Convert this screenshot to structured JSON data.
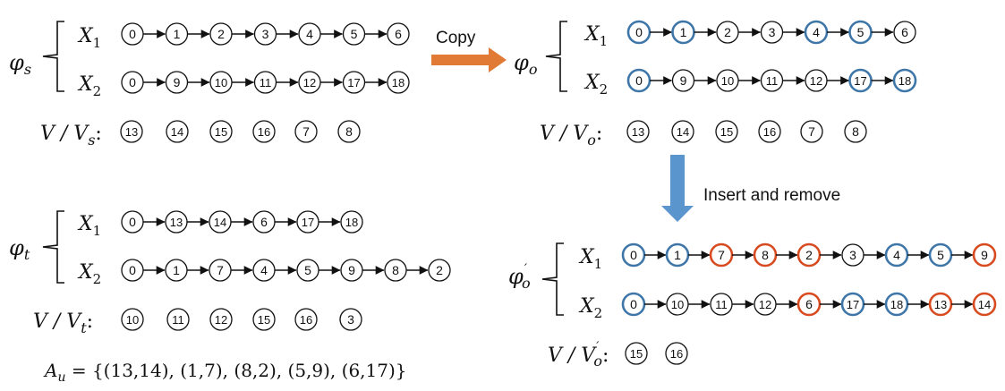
{
  "colors": {
    "plain": "#111111",
    "kept": "#3F76A8",
    "inserted": "#D84B20",
    "copy_arrow": "#E07A35",
    "insert_arrow": "#5B95CE"
  },
  "labels": {
    "copy": "Copy",
    "insert_remove": "Insert and remove",
    "au": "A",
    "au_sub": "u",
    "au_value": " = {(13,14), (1,7), (8,2), (5,9), (6,17)}"
  },
  "panels": [
    {
      "id": "s",
      "phi": "φ",
      "phi_sub": "s",
      "phi_prime": false,
      "rows": [
        {
          "var": "X",
          "var_sub": "1",
          "nodes": [
            {
              "v": "0"
            },
            {
              "v": "1"
            },
            {
              "v": "2"
            },
            {
              "v": "3"
            },
            {
              "v": "4"
            },
            {
              "v": "5"
            },
            {
              "v": "6"
            }
          ]
        },
        {
          "var": "X",
          "var_sub": "2",
          "nodes": [
            {
              "v": "0"
            },
            {
              "v": "9"
            },
            {
              "v": "10"
            },
            {
              "v": "11"
            },
            {
              "v": "12"
            },
            {
              "v": "17"
            },
            {
              "v": "18"
            }
          ]
        }
      ],
      "rest_label": "V / V",
      "rest_sub": "s",
      "rest_prime": false,
      "rest_colon": ":",
      "rest": [
        "13",
        "14",
        "15",
        "16",
        "7",
        "8"
      ]
    },
    {
      "id": "o",
      "phi": "φ",
      "phi_sub": "o",
      "phi_prime": false,
      "rows": [
        {
          "var": "X",
          "var_sub": "1",
          "nodes": [
            {
              "v": "0",
              "c": "kept"
            },
            {
              "v": "1",
              "c": "kept"
            },
            {
              "v": "2"
            },
            {
              "v": "3"
            },
            {
              "v": "4",
              "c": "kept"
            },
            {
              "v": "5",
              "c": "kept"
            },
            {
              "v": "6"
            }
          ]
        },
        {
          "var": "X",
          "var_sub": "2",
          "nodes": [
            {
              "v": "0",
              "c": "kept"
            },
            {
              "v": "9"
            },
            {
              "v": "10"
            },
            {
              "v": "11"
            },
            {
              "v": "12"
            },
            {
              "v": "17",
              "c": "kept"
            },
            {
              "v": "18",
              "c": "kept"
            }
          ]
        }
      ],
      "rest_label": "V / V",
      "rest_sub": "o",
      "rest_prime": false,
      "rest_colon": ":",
      "rest": [
        "13",
        "14",
        "15",
        "16",
        "7",
        "8"
      ]
    },
    {
      "id": "t",
      "phi": "φ",
      "phi_sub": "t",
      "phi_prime": false,
      "rows": [
        {
          "var": "X",
          "var_sub": "1",
          "nodes": [
            {
              "v": "0"
            },
            {
              "v": "13"
            },
            {
              "v": "14"
            },
            {
              "v": "6"
            },
            {
              "v": "17"
            },
            {
              "v": "18"
            }
          ]
        },
        {
          "var": "X",
          "var_sub": "2",
          "nodes": [
            {
              "v": "0"
            },
            {
              "v": "1"
            },
            {
              "v": "7"
            },
            {
              "v": "4"
            },
            {
              "v": "5"
            },
            {
              "v": "9"
            },
            {
              "v": "8"
            },
            {
              "v": "2"
            }
          ]
        }
      ],
      "rest_label": "V / V",
      "rest_sub": "t",
      "rest_prime": false,
      "rest_colon": ":",
      "rest": [
        "10",
        "11",
        "12",
        "15",
        "16",
        "3"
      ]
    },
    {
      "id": "op",
      "phi": "φ",
      "phi_sub": "o",
      "phi_prime": true,
      "rows": [
        {
          "var": "X",
          "var_sub": "1",
          "nodes": [
            {
              "v": "0",
              "c": "kept"
            },
            {
              "v": "1",
              "c": "kept"
            },
            {
              "v": "7",
              "c": "inserted"
            },
            {
              "v": "8",
              "c": "inserted"
            },
            {
              "v": "2",
              "c": "inserted"
            },
            {
              "v": "3"
            },
            {
              "v": "4",
              "c": "kept"
            },
            {
              "v": "5",
              "c": "kept"
            },
            {
              "v": "9",
              "c": "inserted"
            }
          ]
        },
        {
          "var": "X",
          "var_sub": "2",
          "nodes": [
            {
              "v": "0",
              "c": "kept"
            },
            {
              "v": "10"
            },
            {
              "v": "11"
            },
            {
              "v": "12"
            },
            {
              "v": "6",
              "c": "inserted"
            },
            {
              "v": "17",
              "c": "kept"
            },
            {
              "v": "18",
              "c": "kept"
            },
            {
              "v": "13",
              "c": "inserted"
            },
            {
              "v": "14",
              "c": "inserted"
            }
          ]
        }
      ],
      "rest_label": "V / V",
      "rest_sub": "o",
      "rest_prime": true,
      "rest_colon": ":",
      "rest": [
        "15",
        "16"
      ]
    }
  ]
}
